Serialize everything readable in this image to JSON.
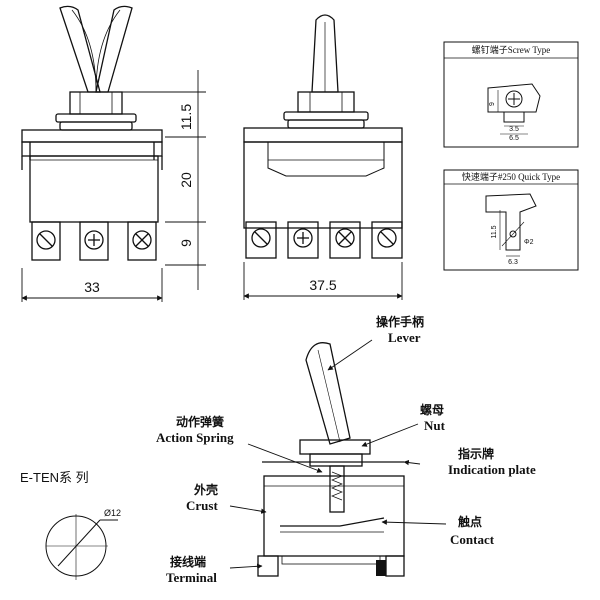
{
  "front_view": {
    "width_dim": "33",
    "height_dims": [
      "11.5",
      "20",
      "9"
    ]
  },
  "side_view": {
    "width_dim": "37.5"
  },
  "screw_type": {
    "title": "螺钉端子Screw Type",
    "dims": [
      "9",
      "3.5",
      "6.5"
    ]
  },
  "quick_type": {
    "title": "快速端子#250 Quick Type",
    "dims": [
      "11.5",
      "Φ2",
      "6.3"
    ]
  },
  "series": {
    "name": "E-TEN系 列",
    "diameter": "Ø12"
  },
  "labels": {
    "lever_cn": "操作手柄",
    "lever_en": "Lever",
    "nut_cn": "螺母",
    "nut_en": "Nut",
    "spring_cn": "动作弹簧",
    "spring_en": "Action Spring",
    "indication_cn": "指示牌",
    "indication_en": "Indication plate",
    "crust_cn": "外壳",
    "crust_en": "Crust",
    "contact_cn": "触点",
    "contact_en": "Contact",
    "terminal_cn": "接线端",
    "terminal_en": "Terminal"
  }
}
